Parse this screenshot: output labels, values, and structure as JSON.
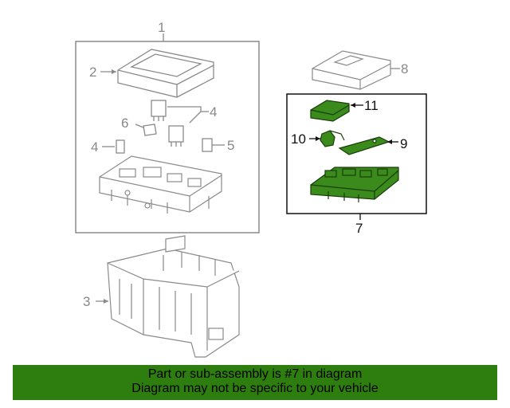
{
  "callouts": {
    "c1": "1",
    "c2": "2",
    "c3": "3",
    "c4a": "4",
    "c4b": "4",
    "c5": "5",
    "c6": "6",
    "c7": "7",
    "c8": "8",
    "c9": "9",
    "c10": "10",
    "c11": "11"
  },
  "banner": {
    "line1": "Part or sub-assembly is #7 in diagram",
    "line2": "Diagram may not be specific to your vehicle"
  },
  "colors": {
    "highlight_green": "#3a8a1c",
    "banner_green": "#2e7d0f",
    "outline_gray": "#8a8a8a"
  }
}
